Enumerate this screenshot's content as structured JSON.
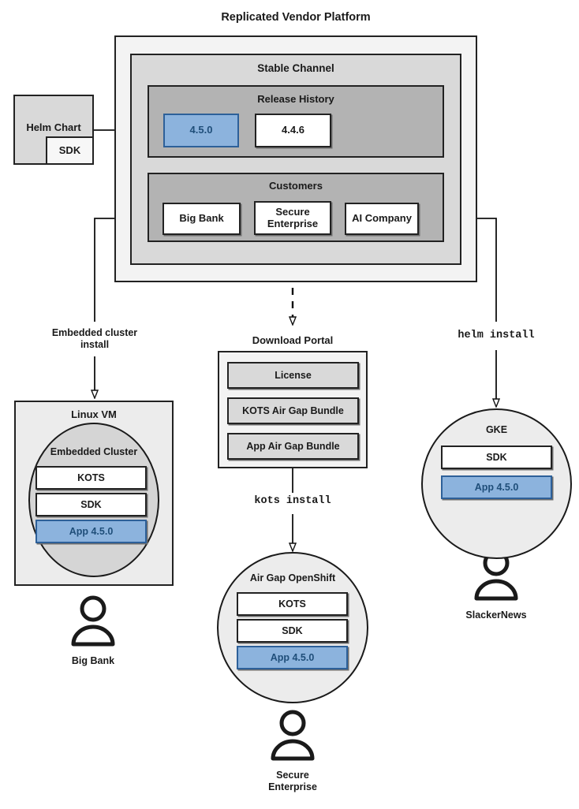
{
  "diagram": {
    "title": "Replicated Vendor Platform",
    "colors": {
      "outer_container_fill": "#f3f3f3",
      "channel_fill": "#d9d9d9",
      "section_fill": "#b3b3b3",
      "white_fill": "#ffffff",
      "light_fill": "#ececec",
      "cluster_fill": "#d5d5d5",
      "bundle_fill": "#d9d9d9",
      "accent_blue_fill": "#8cb3dd",
      "accent_blue_border": "#2d6099",
      "accent_blue_text": "#1f4e79",
      "stroke": "#222222"
    },
    "platform": {
      "label": "Replicated Vendor Platform",
      "channel": {
        "label": "Stable Channel",
        "release_history": {
          "label": "Release History",
          "releases": [
            {
              "label": "4.5.0",
              "highlighted": true
            },
            {
              "label": "4.4.6",
              "highlighted": false
            }
          ]
        },
        "customers": {
          "label": "Customers",
          "items": [
            {
              "label": "Big Bank"
            },
            {
              "label": "Secure\nEnterprise",
              "line1": "Secure",
              "line2": "Enterprise"
            },
            {
              "label": "AI Company"
            }
          ]
        }
      }
    },
    "source": {
      "label": "Helm Chart",
      "sub_label": "SDK"
    },
    "edges": [
      {
        "name": "helm-chart-to-release",
        "label": "",
        "style": "solid"
      },
      {
        "name": "big-bank-to-linux-vm",
        "label": "Embedded cluster install",
        "line1": "Embedded cluster",
        "line2": "install",
        "style": "solid"
      },
      {
        "name": "secure-enterprise-to-download-portal",
        "label": "",
        "style": "dashed"
      },
      {
        "name": "ai-company-to-gke",
        "label": "helm install",
        "style": "solid",
        "mono": true
      },
      {
        "name": "download-portal-to-airgap",
        "label": "kots install",
        "style": "solid",
        "mono": true
      }
    ],
    "targets": [
      {
        "name": "linux-vm",
        "title": "Linux VM",
        "inner_title": "Embedded Cluster",
        "components": [
          {
            "label": "KOTS",
            "highlighted": false
          },
          {
            "label": "SDK",
            "highlighted": false
          },
          {
            "label": "App 4.5.0",
            "highlighted": true
          }
        ],
        "actor": "Big Bank"
      },
      {
        "name": "air-gap-openshift",
        "title": "Air Gap OpenShift",
        "components": [
          {
            "label": "KOTS",
            "highlighted": false
          },
          {
            "label": "SDK",
            "highlighted": false
          },
          {
            "label": "App 4.5.0",
            "highlighted": true
          }
        ],
        "actor_line1": "Secure",
        "actor_line2": "Enterprise"
      },
      {
        "name": "gke",
        "title": "GKE",
        "components": [
          {
            "label": "SDK",
            "highlighted": false
          },
          {
            "label": "App 4.5.0",
            "highlighted": true
          }
        ],
        "actor": "SlackerNews"
      }
    ],
    "download_portal": {
      "title": "Download Portal",
      "items": [
        {
          "label": "License"
        },
        {
          "label": "KOTS Air Gap Bundle"
        },
        {
          "label": "App Air Gap Bundle"
        }
      ]
    }
  }
}
